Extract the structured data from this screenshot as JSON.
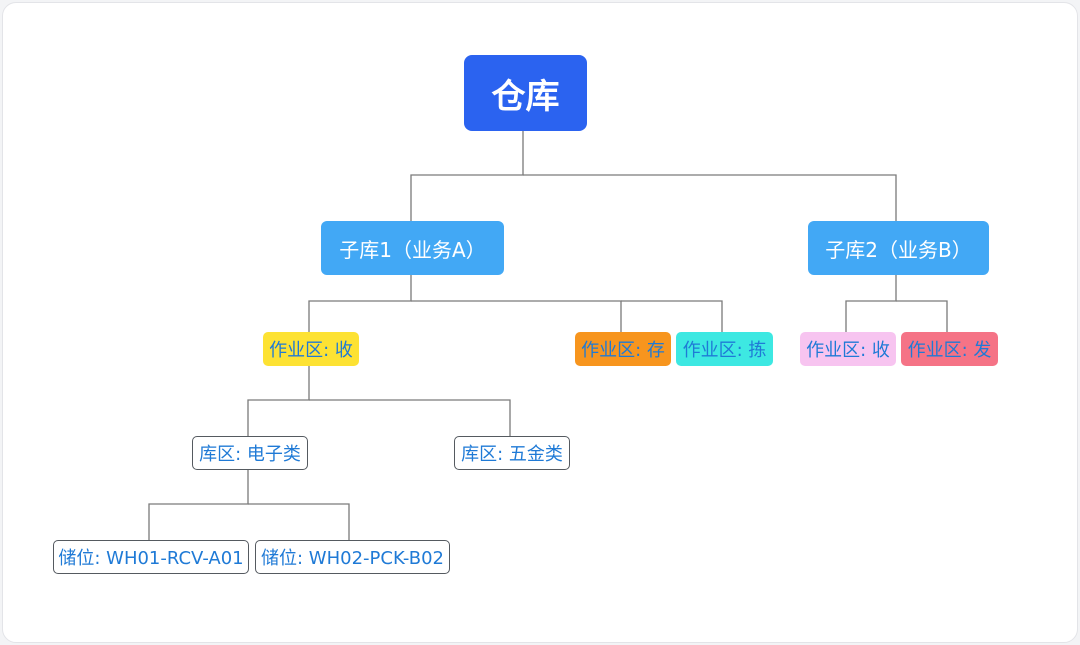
{
  "colors": {
    "root": "#2b63f0",
    "subwarehouse": "#42a8f5",
    "zone_receive_a": "#fde233",
    "zone_store": "#f7951e",
    "zone_pick": "#3de8e2",
    "zone_receive_b": "#f7c4f0",
    "zone_ship": "#f57386",
    "text_blue": "#1f7ad6",
    "connector": "#7a7a7a"
  },
  "tree": {
    "root": {
      "label": "仓库"
    },
    "sub_a": {
      "label": "子库1（业务A）"
    },
    "sub_b": {
      "label": "子库2（业务B）"
    },
    "zone_a_receive": {
      "label": "作业区: 收"
    },
    "zone_a_store": {
      "label": "作业区: 存"
    },
    "zone_a_pick": {
      "label": "作业区: 拣"
    },
    "zone_b_receive": {
      "label": "作业区: 收"
    },
    "zone_b_ship": {
      "label": "作业区: 发"
    },
    "area_electronics": {
      "label": "库区: 电子类"
    },
    "area_hardware": {
      "label": "库区: 五金类"
    },
    "slot_1": {
      "label": "储位: WH01-RCV-A01"
    },
    "slot_2": {
      "label": "储位: WH02-PCK-B02"
    }
  }
}
